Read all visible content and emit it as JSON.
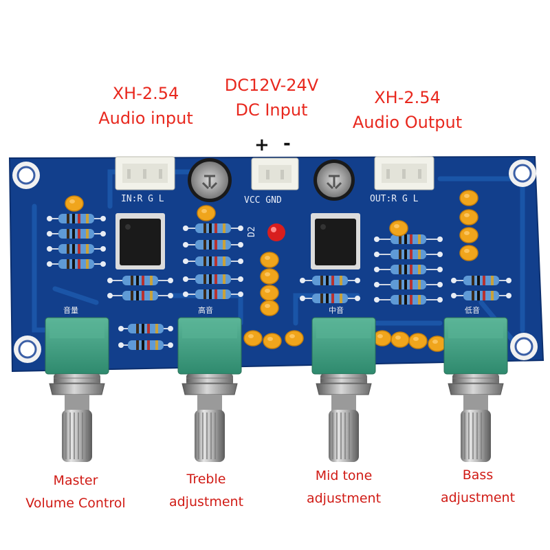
{
  "labels": {
    "input_connector": "XH-2.54",
    "input_desc": "Audio input",
    "power_spec": "DC12V-24V",
    "power_desc": "DC Input",
    "plus": "+",
    "minus": "-",
    "output_connector": "XH-2.54",
    "output_desc": "Audio Output"
  },
  "silkscreen": {
    "in_pins": "IN:R  G  L",
    "power_pins": "VCC GND",
    "out_pins": "OUT:R  G  L",
    "led": "D2",
    "pot1": "音量",
    "pot2": "高音",
    "pot3": "中音",
    "pot4": "低音"
  },
  "knobs": [
    {
      "line1": "Master",
      "line2": "Volume Control"
    },
    {
      "line1": "Treble",
      "line2": "adjustment"
    },
    {
      "line1": "Mid tone",
      "line2": "adjustment"
    },
    {
      "line1": "Bass",
      "line2": "adjustment"
    }
  ],
  "colors": {
    "pcb": "#123f8c",
    "pcb_trace": "#1b56a8",
    "connector": "#f2f2ea",
    "capacitor": "#f0a51c",
    "pot_body": "#3fa184",
    "label_red": "#e8281e"
  }
}
